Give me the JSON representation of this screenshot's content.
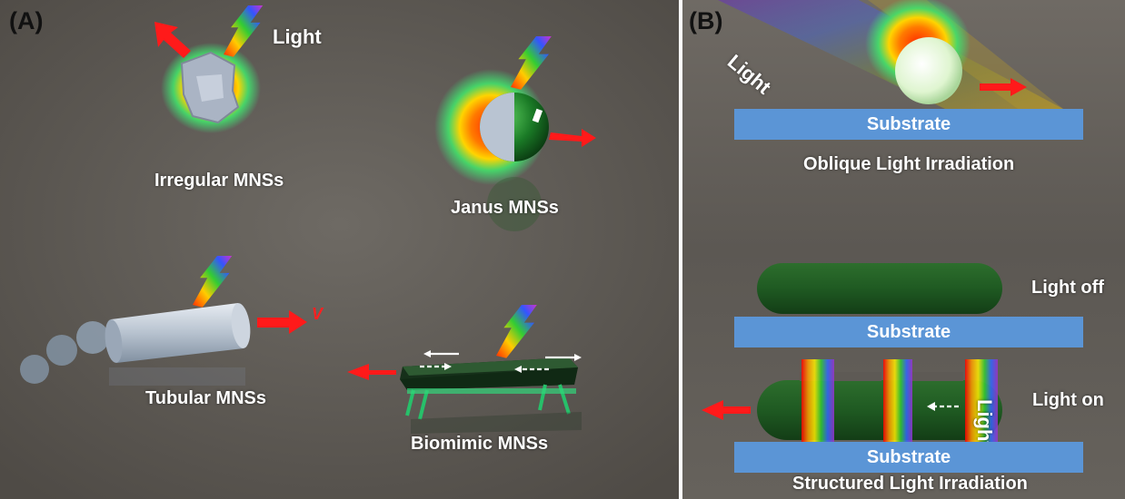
{
  "panelA": {
    "tag": "(A)",
    "light_label": "Light",
    "irregular": "Irregular MNSs",
    "janus": "Janus MNSs",
    "tubular": "Tubular MNSs",
    "tubular_velocity": "V",
    "biomimic": "Biomimic MNSs"
  },
  "panelB": {
    "tag": "(B)",
    "light_label": "Light",
    "substrate": "Substrate",
    "oblique": "Oblique Light Irradiation",
    "light_off": "Light off",
    "light_on": "Light on",
    "light_vertical": "Light",
    "structured": "Structured Light Irradiation"
  },
  "colors": {
    "background": "#5e5a54",
    "substrate": "#5b95d6",
    "arrow": "#ff1a1a",
    "green_body": "#1e5a1e"
  }
}
